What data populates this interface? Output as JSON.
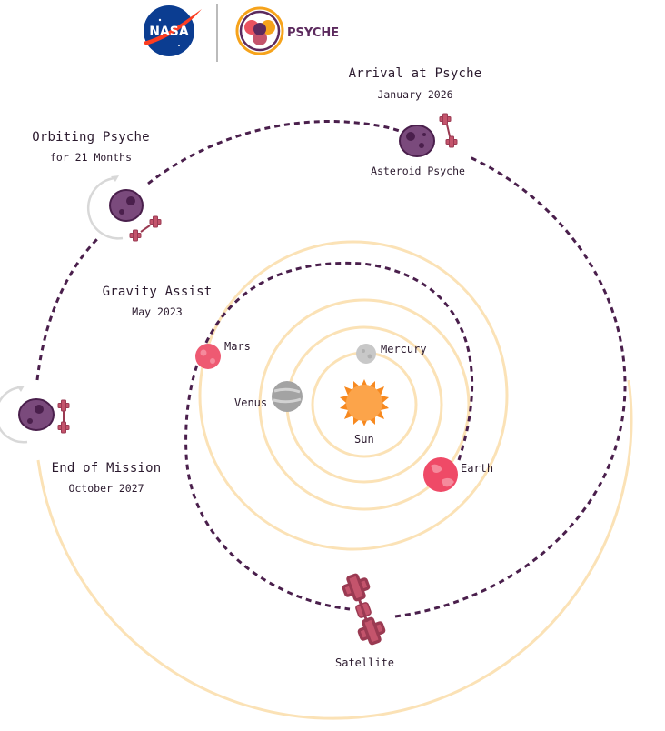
{
  "logos": {
    "nasa": "NASA",
    "psyche": "PSYCHE",
    "nasa_blue": "#0b3d91",
    "nasa_red": "#fc3d21",
    "psyche_purple": "#5c2a5e",
    "psyche_orange": "#f6a31b"
  },
  "colors": {
    "orbit": "#fbe2b6",
    "trajectory": "#4a1f4c",
    "asteroid": "#7a4a7c",
    "spacecraft": "#c4546c",
    "sun": "#f7891f",
    "earth": "#ef4a67",
    "mars": "#ee5a72",
    "venus": "#a3a3a3",
    "mercury": "#c8c8c8"
  },
  "milestones": {
    "arrival": {
      "title": "Arrival at Psyche",
      "date": "January 2026"
    },
    "orbiting": {
      "title": "Orbiting Psyche",
      "date": "for 21 Months"
    },
    "gravity": {
      "title": "Gravity Assist",
      "date": "May 2023"
    },
    "end": {
      "title": "End of Mission",
      "date": "October 2027"
    }
  },
  "bodies": {
    "asteroid": "Asteroid Psyche",
    "sun": "Sun",
    "mercury": "Mercury",
    "venus": "Venus",
    "earth": "Earth",
    "mars": "Mars",
    "satellite": "Satellite"
  }
}
